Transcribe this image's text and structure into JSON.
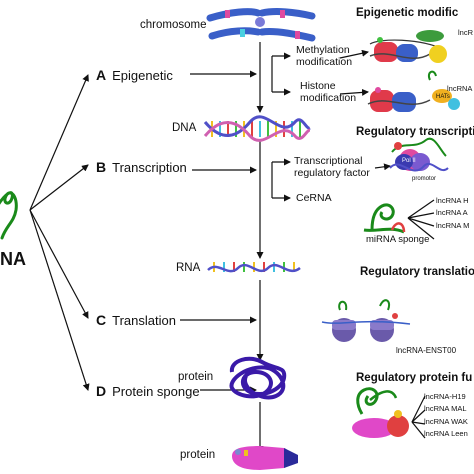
{
  "center_label": "NA",
  "molecules": {
    "chromosome": "chromosome",
    "dna": "DNA",
    "rna": "RNA",
    "protein_folded": "protein",
    "protein_final": "protein"
  },
  "steps": [
    {
      "letter": "A",
      "label": "Epigenetic"
    },
    {
      "letter": "B",
      "label": "Transcription"
    },
    {
      "letter": "C",
      "label": "Translation"
    },
    {
      "letter": "D",
      "label": "Protein sponge"
    }
  ],
  "mechanisms": {
    "methylation": [
      "Methylation",
      "modification"
    ],
    "histone": [
      "Histone",
      "modification"
    ],
    "tf": [
      "Transcriptional",
      "regulatory factor"
    ],
    "cerna": "CeRNA"
  },
  "headers": {
    "epigenetic": "Epigenetic modific",
    "transcription": "Regulatory transcripti",
    "translation": "Regulatory translatio",
    "protein": "Regulatory protein fu"
  },
  "inline_labels": {
    "lncr_top": "lncR",
    "lncrna_hats": "lncRNA",
    "hats": "HATs",
    "pol2": "Pol II",
    "promotor": "promotor",
    "mirna_sponge": "miRNA sponge",
    "lncrna_enst": "lncRNA-ENST00"
  },
  "lists": {
    "cerna": [
      "lncRNA H",
      "lncRNA A",
      "lncRNA M"
    ],
    "protein": [
      "lncRNA-H19",
      "lncRNA MAL",
      "lncRNA WAK",
      "lncRNA Leen"
    ]
  },
  "colors": {
    "lnc_green": "#1a8a1a",
    "dna_blue": "#5050c8",
    "dna_pink": "#d060b0",
    "protein_purple": "#3a1aa8",
    "ribosome_purple": "#6a5aaa",
    "final_pink": "#e048c8"
  }
}
